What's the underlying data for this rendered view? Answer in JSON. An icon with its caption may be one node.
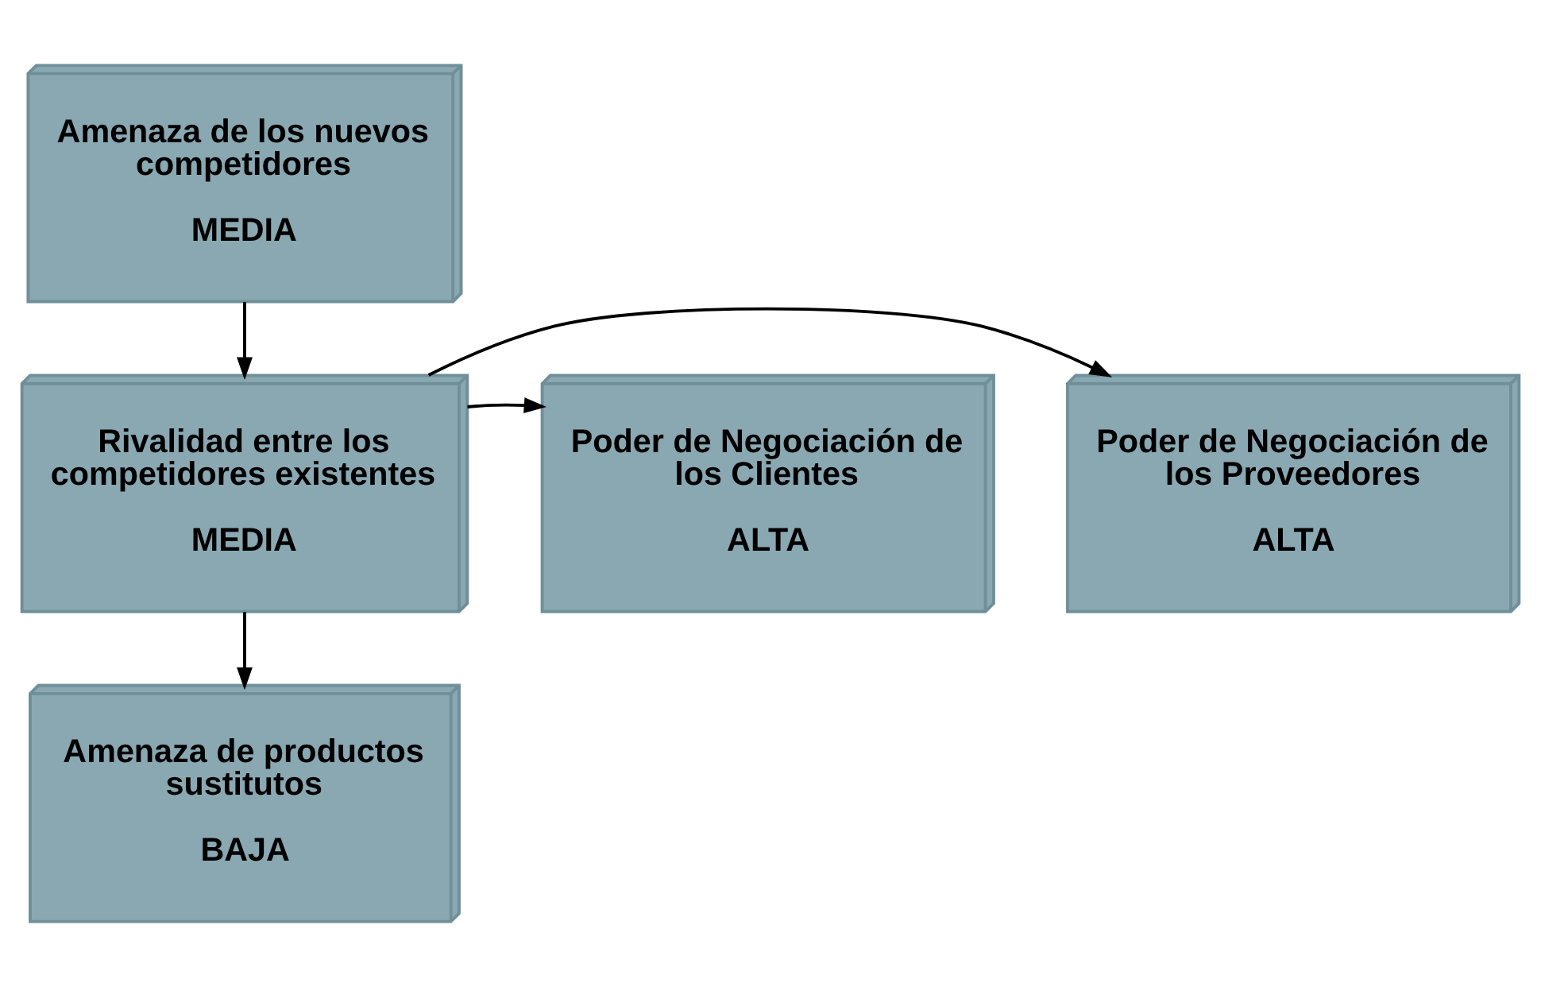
{
  "diagram": {
    "nodes": [
      {
        "text": [
          "Amenaza de los nuevos competidores",
          "MEDIA"
        ]
      },
      {
        "text": [
          "Poder de Negociación de los Proveedores",
          "ALTA"
        ]
      },
      {
        "text": [
          "Rivalidad entre los competidores existentes",
          "MEDIA"
        ]
      },
      {
        "text": [
          "Poder de Negociación de los Clientes",
          "ALTA"
        ]
      },
      {
        "text": [
          "Amenaza de productos sustitutos",
          "BAJA"
        ]
      }
    ],
    "edges": [
      {
        "from": 0,
        "to": 2,
        "arrow": "to"
      },
      {
        "from": 2,
        "to": 1,
        "arrow": "to"
      },
      {
        "from": 2,
        "to": 3,
        "arrow": "to"
      },
      {
        "from": 2,
        "to": 4,
        "arrow": "to"
      }
    ]
  }
}
